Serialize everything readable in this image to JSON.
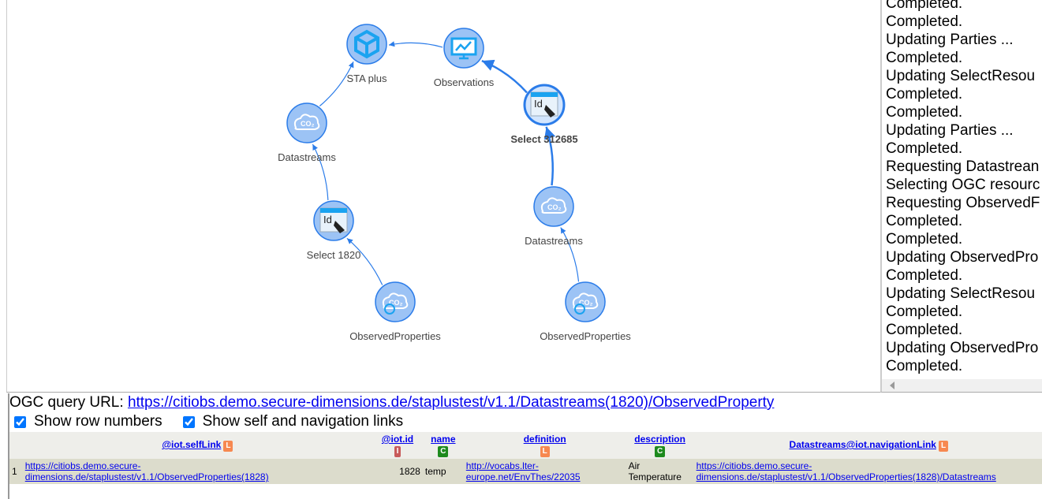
{
  "graph": {
    "nodes": [
      {
        "id": "sta",
        "label": "STA plus",
        "icon": "ogc-cube-icon"
      },
      {
        "id": "obs",
        "label": "Observations",
        "icon": "monitor-chart-icon"
      },
      {
        "id": "sel2",
        "label": "Select 312685",
        "icon": "table-select-icon",
        "bold": true
      },
      {
        "id": "ds1",
        "label": "Datastreams",
        "icon": "co2-clouds-icon"
      },
      {
        "id": "sel1",
        "label": "Select 1820",
        "icon": "table-select-icon"
      },
      {
        "id": "op1",
        "label": "ObservedProperties",
        "icon": "co2-search-icon"
      },
      {
        "id": "ds2",
        "label": "Datastreams",
        "icon": "co2-clouds-icon"
      },
      {
        "id": "op2",
        "label": "ObservedProperties",
        "icon": "co2-search-icon"
      }
    ],
    "edges": [
      [
        "op1",
        "sel1"
      ],
      [
        "sel1",
        "ds1"
      ],
      [
        "ds1",
        "sta"
      ],
      [
        "op2",
        "ds2"
      ],
      [
        "ds2",
        "sel2"
      ],
      [
        "sel2",
        "obs"
      ],
      [
        "obs",
        "sta"
      ]
    ],
    "node_color": "#9cc3f5",
    "edge_color": "#2b7ce9"
  },
  "log": {
    "lines": [
      "Completed.",
      "Completed.",
      "Updating Parties ...",
      "Completed.",
      "Updating SelectResou",
      "Completed.",
      "Completed.",
      "Updating Parties ...",
      "Completed.",
      "Requesting Datastrean",
      "Selecting OGC resourc",
      "Requesting ObservedF",
      "Completed.",
      "Completed.",
      "Updating ObservedPro",
      "Completed.",
      "Updating SelectResou",
      "Completed.",
      "Completed.",
      "Updating ObservedPro",
      "Completed."
    ]
  },
  "query": {
    "label": "OGC query URL: ",
    "url": "https://citiobs.demo.secure-dimensions.de/staplustest/v1.1/Datastreams(1820)/ObservedProperty"
  },
  "options": {
    "row_numbers": {
      "label": "Show row numbers",
      "checked": true
    },
    "links": {
      "label": "Show self and navigation links",
      "checked": true
    }
  },
  "table": {
    "headers": [
      {
        "name": "@iot.selfLink",
        "badge": "L"
      },
      {
        "name": "@iot.id",
        "badge": "I"
      },
      {
        "name": "name",
        "badge": "C"
      },
      {
        "name": "definition",
        "badge": "L"
      },
      {
        "name": "description",
        "badge": "C"
      },
      {
        "name": "Datastreams@iot.navigationLink",
        "badge": "L"
      }
    ],
    "rows": [
      {
        "num": "1",
        "selfLink": "https://citiobs.demo.secure-dimensions.de/staplustest/v1.1/ObservedProperties(1828)",
        "id": "1828",
        "name": "temp",
        "definition": "http://vocabs.lter-europe.net/EnvThes/22035",
        "description": "Air Temperature",
        "nav": "https://citiobs.demo.secure-dimensions.de/staplustest/v1.1/ObservedProperties(1828)/Datastreams"
      }
    ]
  }
}
